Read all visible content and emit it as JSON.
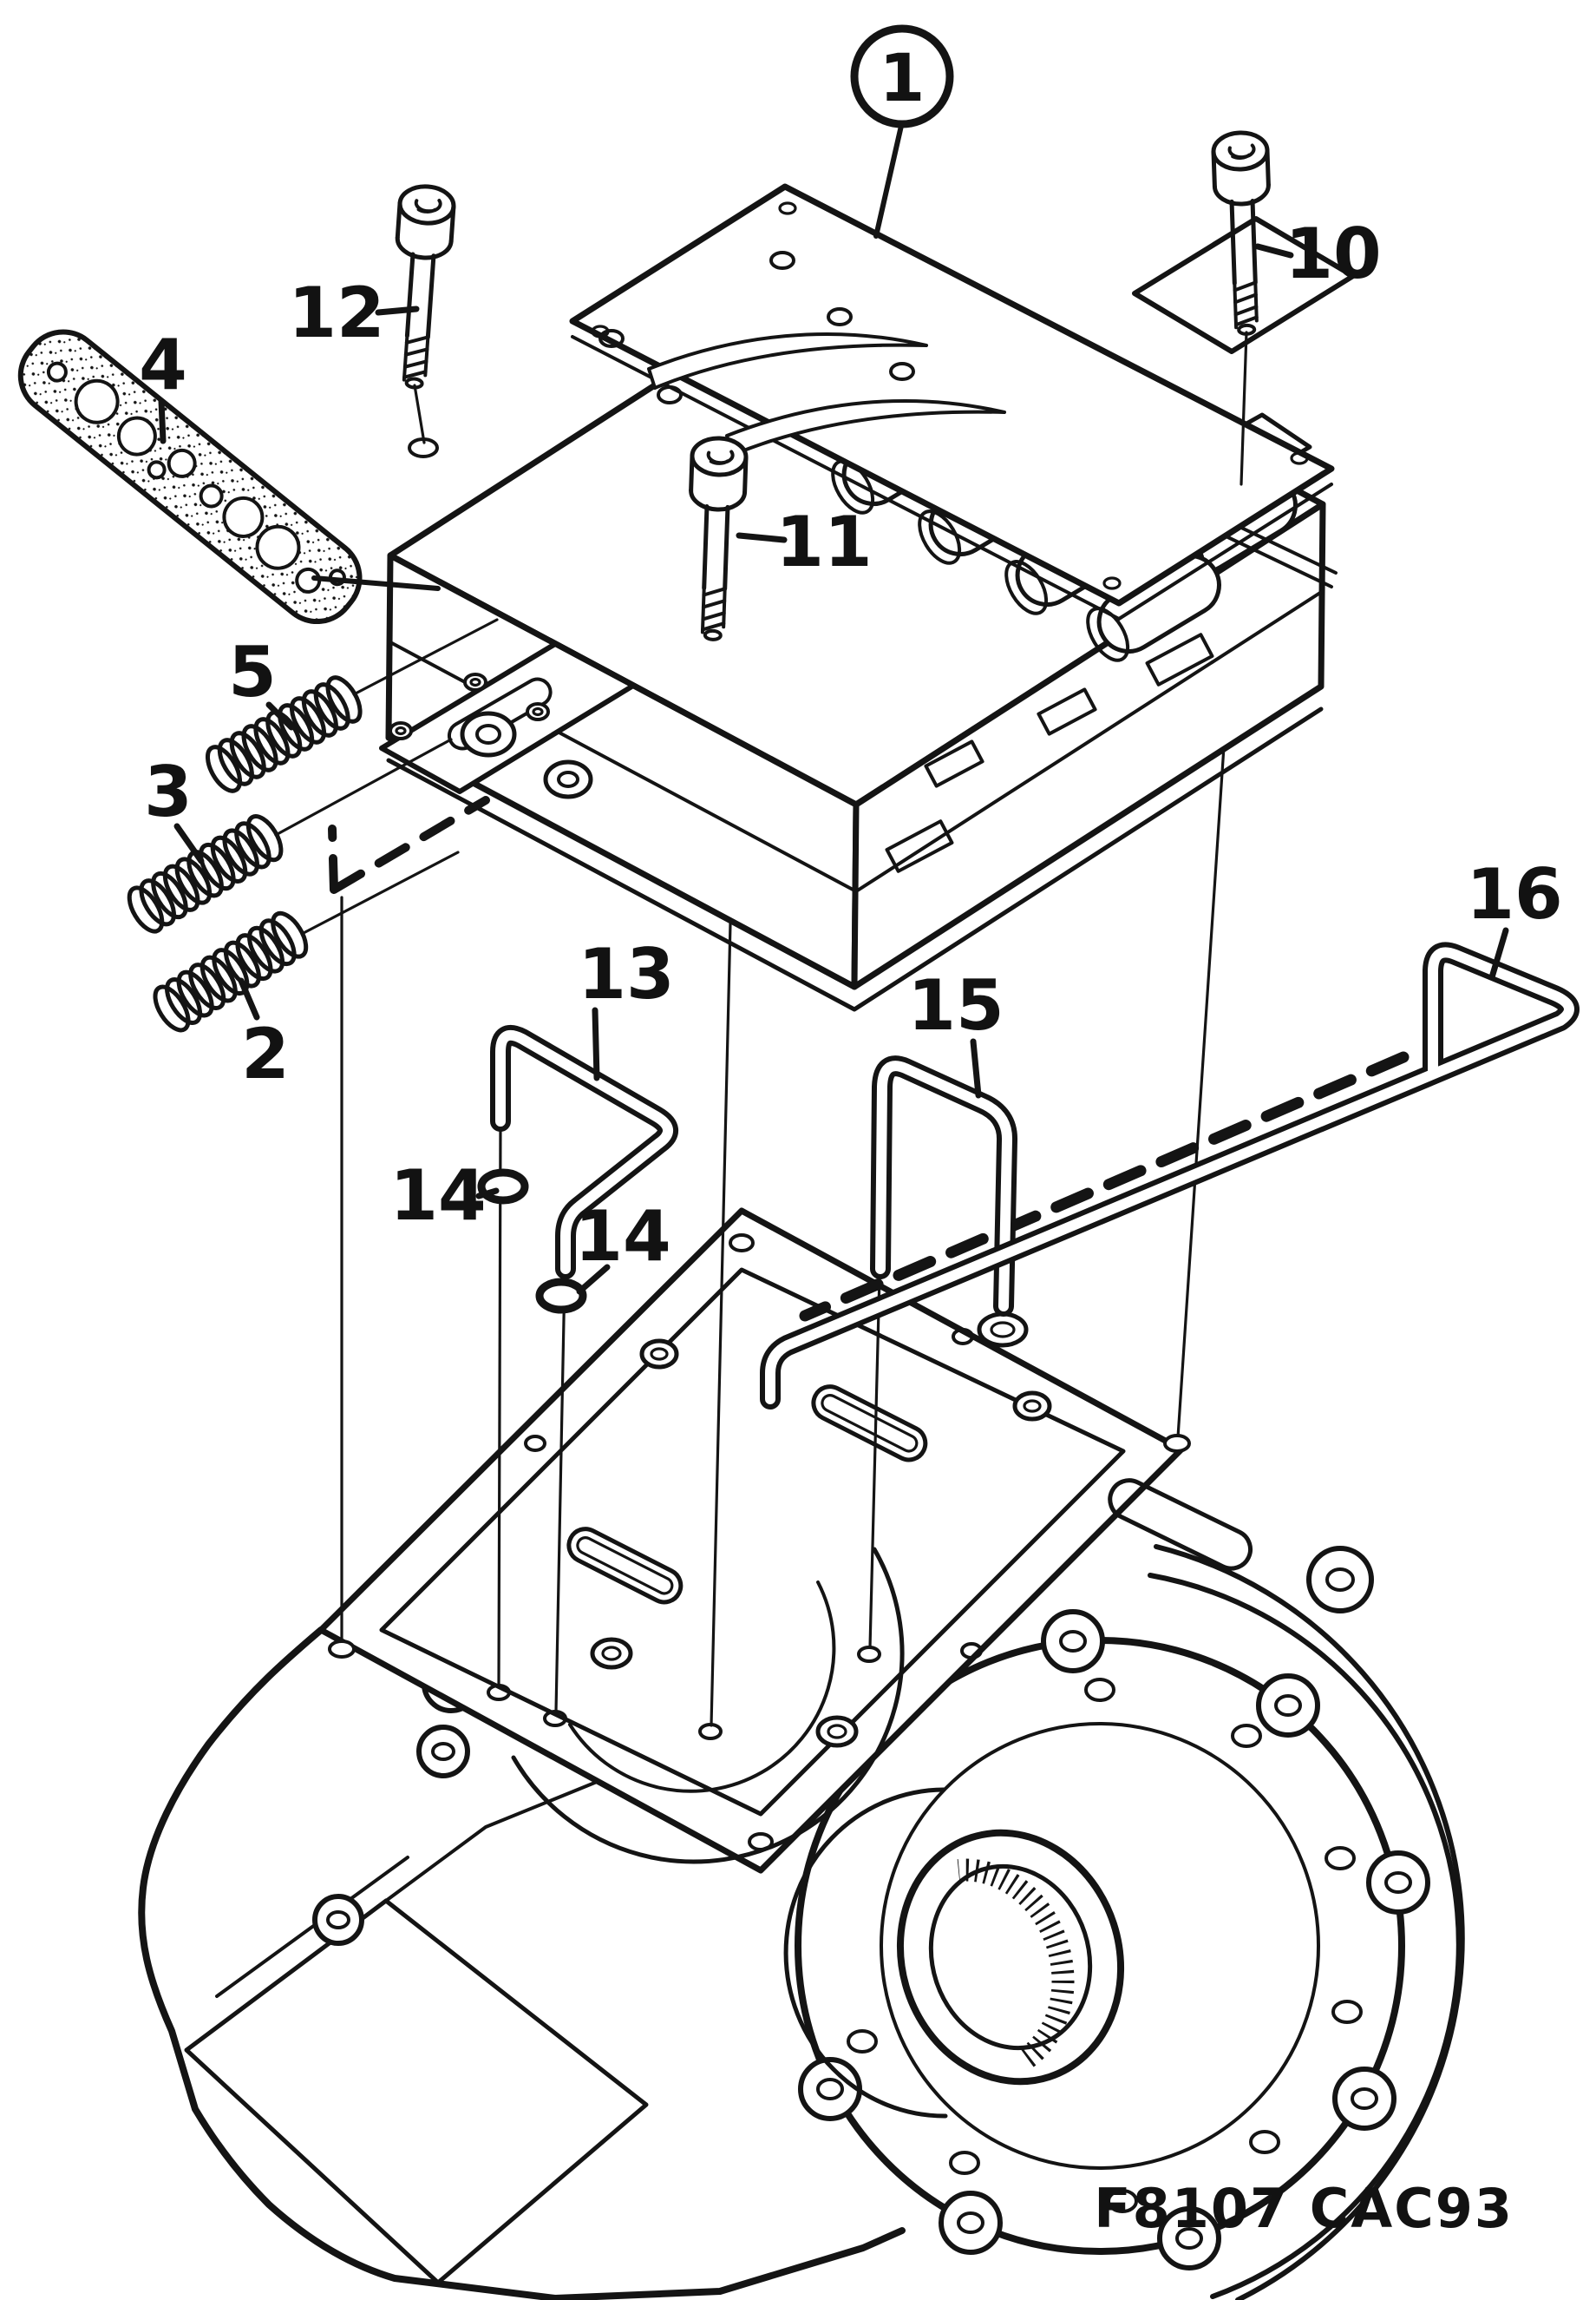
{
  "diagram": {
    "type": "exploded-parts-diagram",
    "subject": "automatic transmission valve body and gear case",
    "figure_code": "F8107 CAC93",
    "callouts": [
      {
        "id": "1",
        "label": "1",
        "style": "circled"
      },
      {
        "id": "2",
        "label": "2",
        "style": "plain"
      },
      {
        "id": "3",
        "label": "3",
        "style": "plain"
      },
      {
        "id": "4",
        "label": "4",
        "style": "plain"
      },
      {
        "id": "5",
        "label": "5",
        "style": "plain"
      },
      {
        "id": "10",
        "label": "10",
        "style": "plain"
      },
      {
        "id": "11",
        "label": "11",
        "style": "plain"
      },
      {
        "id": "12",
        "label": "12",
        "style": "plain"
      },
      {
        "id": "13",
        "label": "13",
        "style": "plain"
      },
      {
        "id": "14a",
        "label": "14",
        "style": "plain"
      },
      {
        "id": "14b",
        "label": "14",
        "style": "plain"
      },
      {
        "id": "15",
        "label": "15",
        "style": "plain"
      },
      {
        "id": "16",
        "label": "16",
        "style": "plain"
      }
    ],
    "colors": {
      "ink": "#141414",
      "paper": "#ffffff"
    }
  }
}
